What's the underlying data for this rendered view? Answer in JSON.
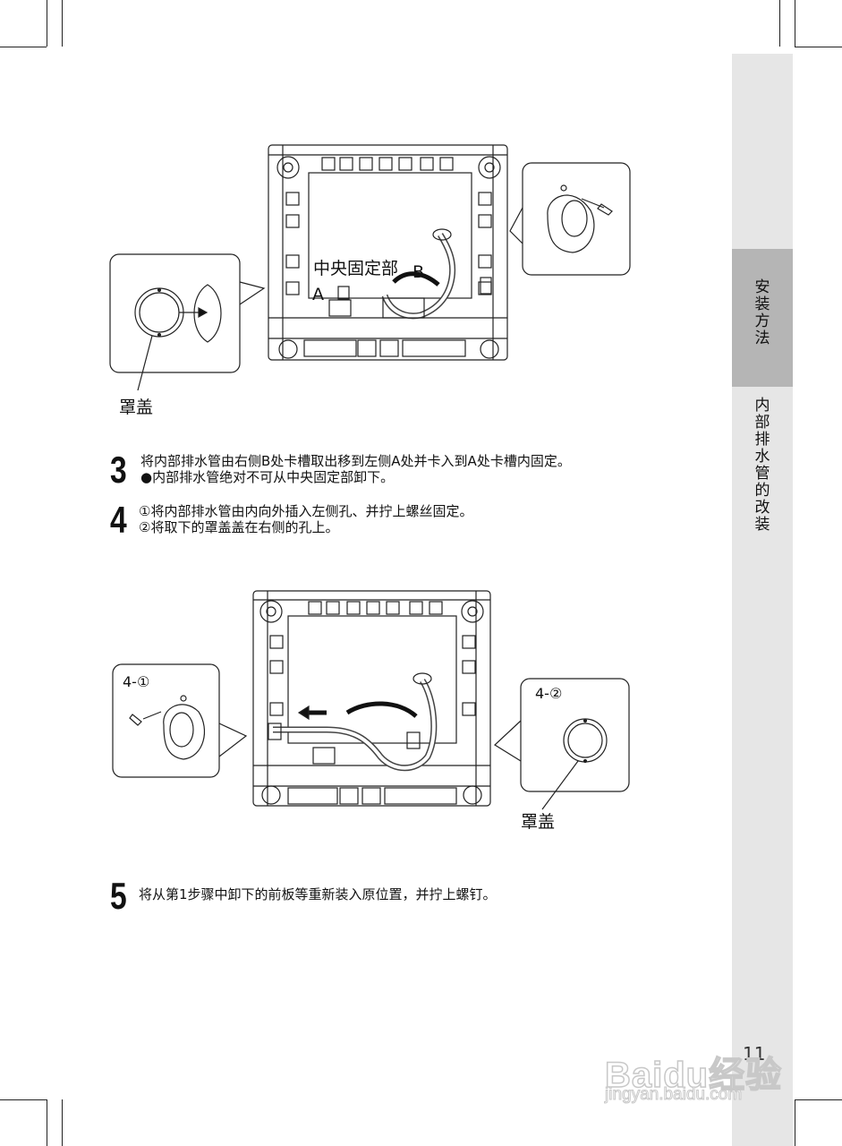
{
  "side_tab": {
    "section_title": "安装方法",
    "subsection_title": "内部排水管的改装"
  },
  "figure1": {
    "label_center_fixing": "中央固定部",
    "label_a": "A",
    "label_b": "B",
    "label_cover": "罩盖"
  },
  "steps": [
    {
      "number": "3",
      "lines": [
        "将内部排水管由右侧B处卡槽取出移到左侧A处并卡入到A处卡槽内固定。",
        "●内部排水管绝对不可从中央固定部卸下。"
      ]
    },
    {
      "number": "4",
      "lines": [
        "①将内部排水管由内向外插入左侧孔、并拧上螺丝固定。",
        "②将取下的罩盖盖在右侧的孔上。"
      ]
    },
    {
      "number": "5",
      "lines": [
        "将从第1步骤中卸下的前板等重新装入原位置，并拧上螺钉。"
      ]
    }
  ],
  "figure2": {
    "callout_left": "4-①",
    "callout_right": "4-②",
    "label_cover": "罩盖"
  },
  "page_number": "11",
  "watermark": {
    "main": "Baidu经验",
    "sub": "jingyan.baidu.com"
  }
}
